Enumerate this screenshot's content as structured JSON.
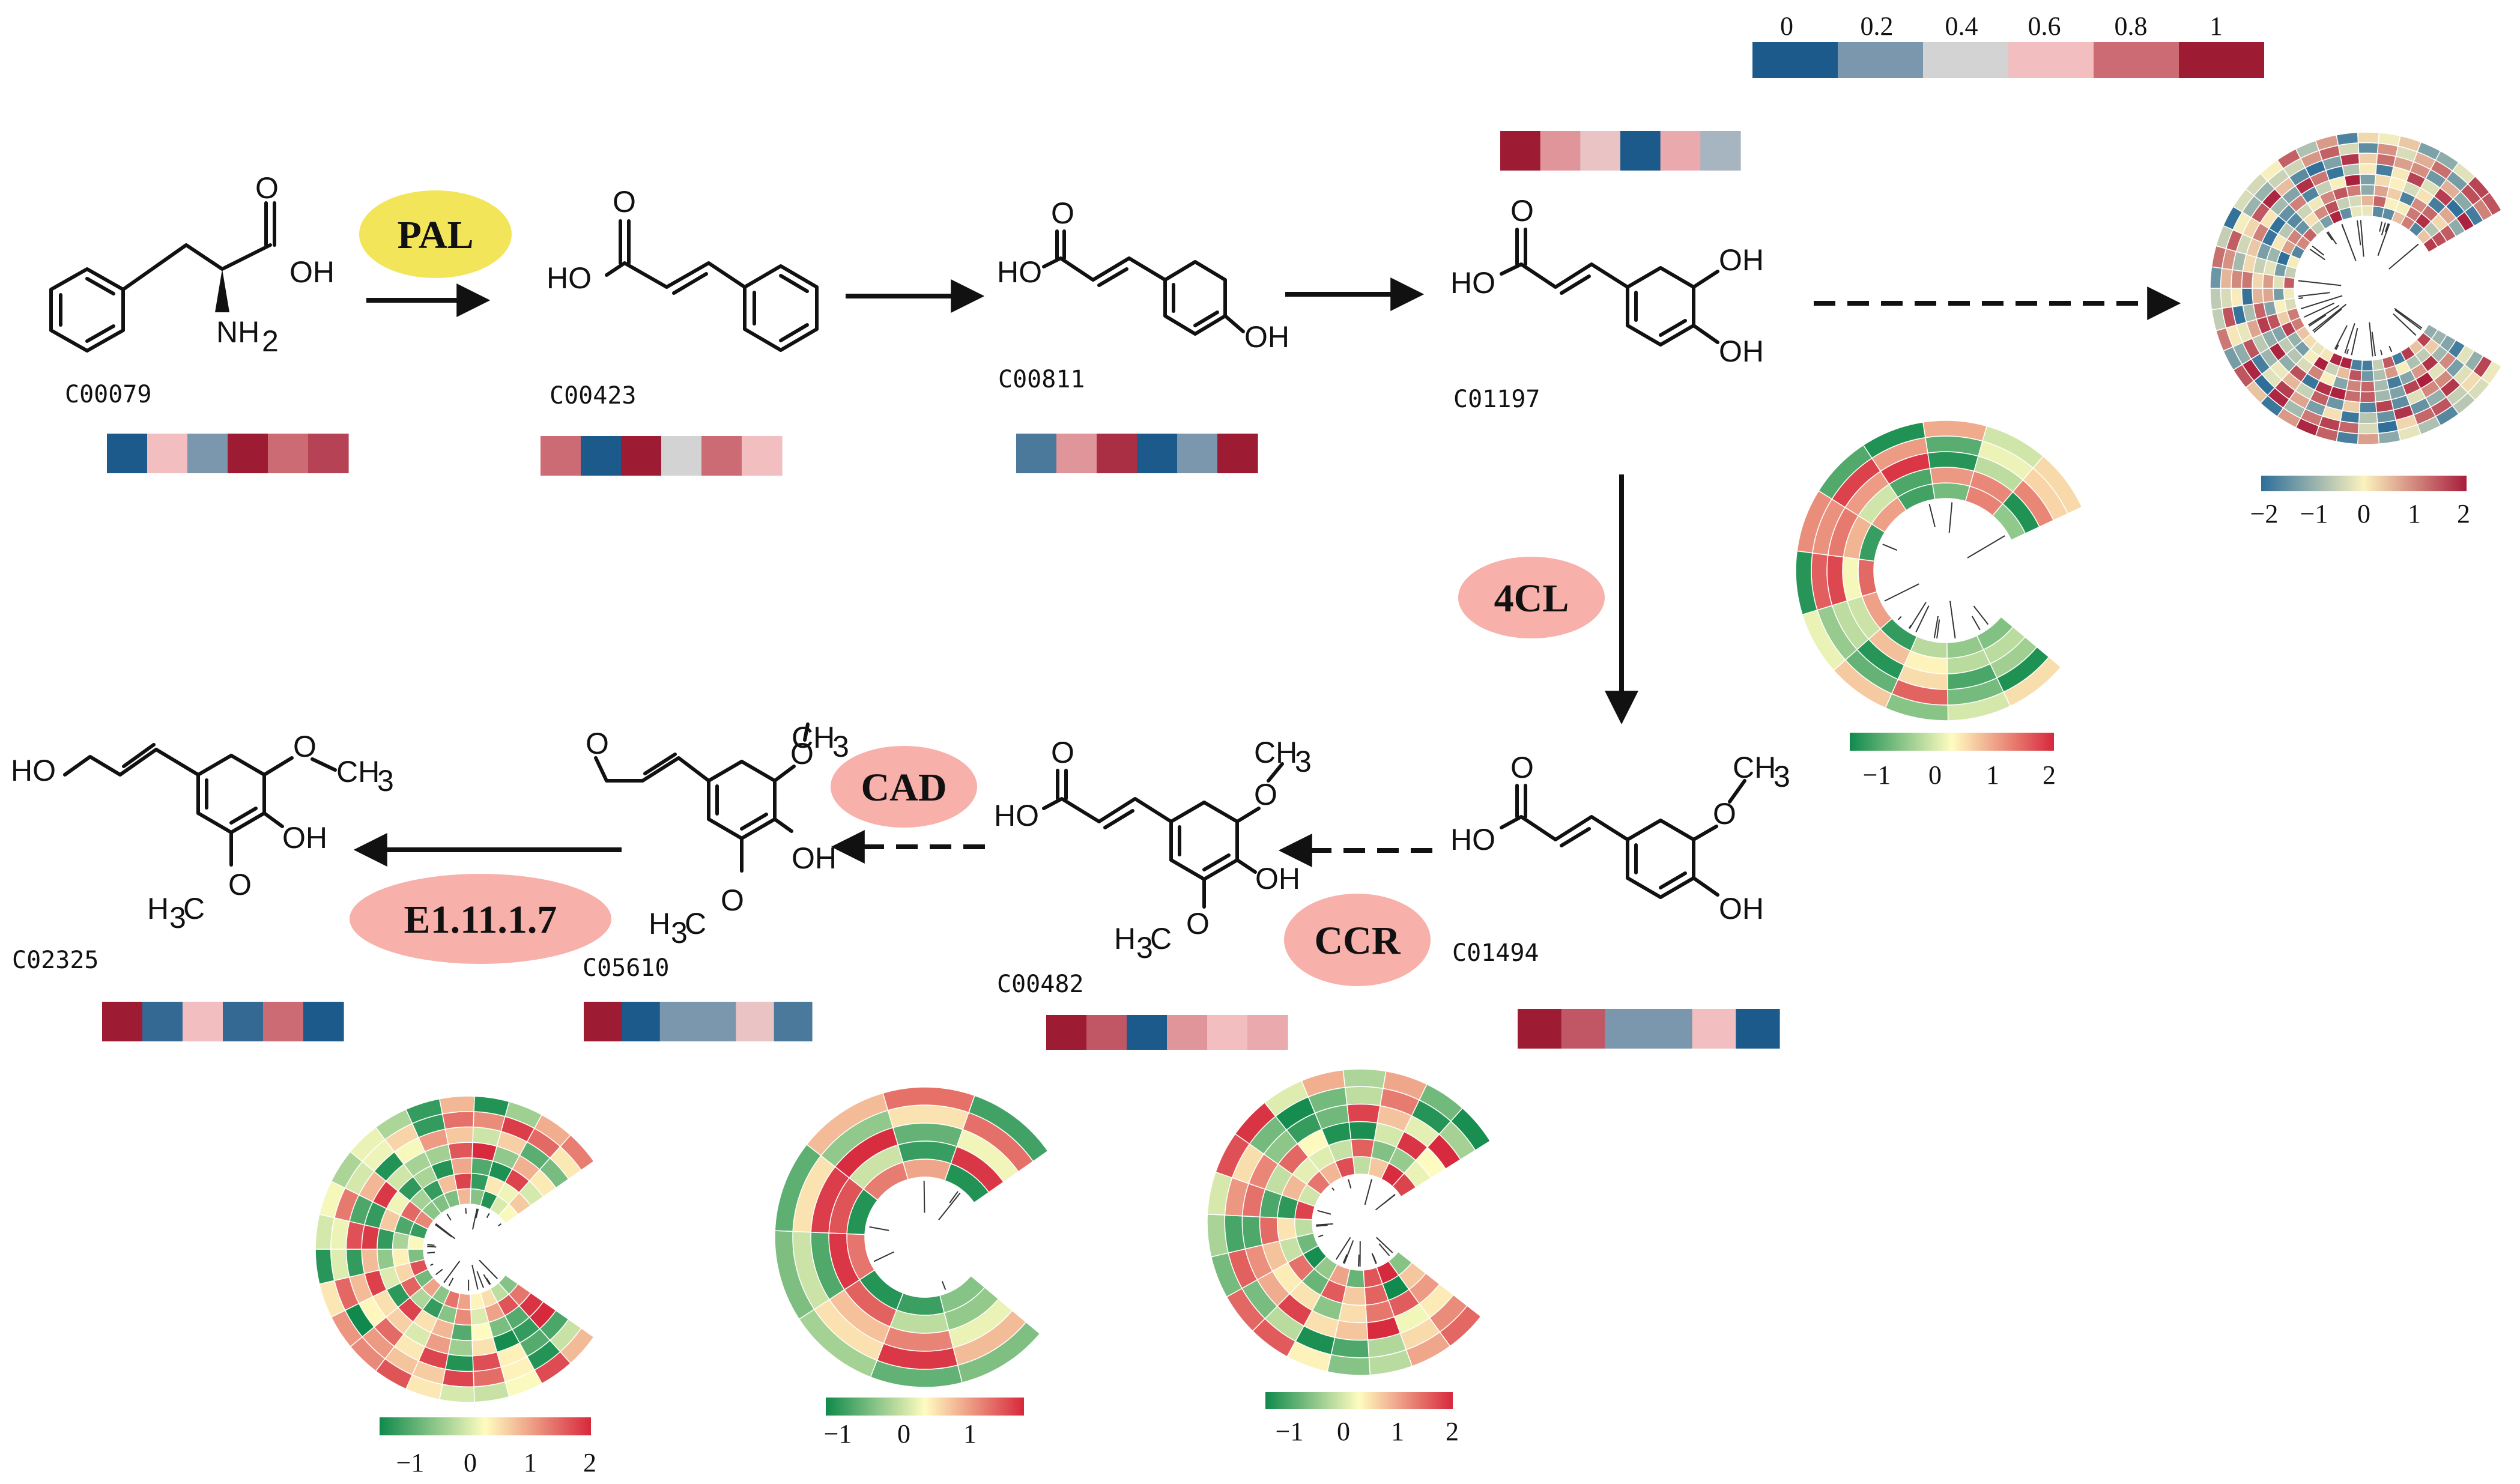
{
  "colors": {
    "c00": "#1b5a8a",
    "c02": "#7a97ad",
    "c04": "#d3d3d3",
    "c06": "#f2bec0",
    "c08": "#cd6b75",
    "c10": "#9e1b34",
    "g_low": "#0f8a4c",
    "g_mid": "#fffcc0",
    "g_high": "#d7283c",
    "r_low": "#2e6e99",
    "r_mid": "#fbf2bf",
    "r_high": "#a81d3b"
  },
  "top_scale": {
    "ticks": [
      "0",
      "0.2",
      "0.4",
      "0.6",
      "0.8",
      "1"
    ]
  },
  "enzymes": {
    "pal": "PAL",
    "fourcl": "4CL",
    "cad": "CAD",
    "ccr": "CCR",
    "e111": "E1.11.1.7"
  },
  "compounds": [
    {
      "id": "C00079",
      "heat": [
        0,
        0.6,
        0.2,
        1,
        0.8,
        0.9
      ]
    },
    {
      "id": "C00423",
      "heat": [
        0.8,
        0,
        1,
        0.4,
        0.8,
        0.6
      ]
    },
    {
      "id": "C00811",
      "heat": [
        0.1,
        0.7,
        0.95,
        0,
        0.2,
        1
      ]
    },
    {
      "id": "C01197",
      "heat": [
        1,
        0.7,
        0.55,
        0,
        0.65,
        0.3
      ]
    },
    {
      "id": "C01494",
      "heat": [
        1,
        0.85,
        0.2,
        0.2,
        0.6,
        0
      ]
    },
    {
      "id": "C00482",
      "heat": [
        1,
        0.85,
        0,
        0.7,
        0.6,
        0.65
      ]
    },
    {
      "id": "C05610",
      "heat": [
        1,
        0,
        0.2,
        0.2,
        0.55,
        0.1
      ]
    },
    {
      "id": "C02325",
      "heat": [
        1,
        0.05,
        0.6,
        0.05,
        0.8,
        0
      ]
    }
  ],
  "atoms": {
    "oh": "OH",
    "ho": "HO",
    "o": "O",
    "nh2": "NH",
    "nh2_sub": "2",
    "ch3": "CH",
    "ch3_sub": "3",
    "h3c": "H",
    "h3c_sub": "3",
    "h3c_c": "C"
  },
  "legends": {
    "rb": {
      "ticks": [
        "−2",
        "−1",
        "0",
        "1",
        "2"
      ]
    },
    "g4cl": {
      "ticks": [
        "−1",
        "0",
        "1",
        "2"
      ]
    },
    "gcad": {
      "ticks": [
        "−1",
        "0",
        "1",
        "2"
      ]
    },
    "gccr": {
      "ticks": [
        "−1",
        "0",
        "1"
      ]
    },
    "gcl": {
      "ticks": [
        "−1",
        "0",
        "1",
        "2"
      ]
    }
  }
}
